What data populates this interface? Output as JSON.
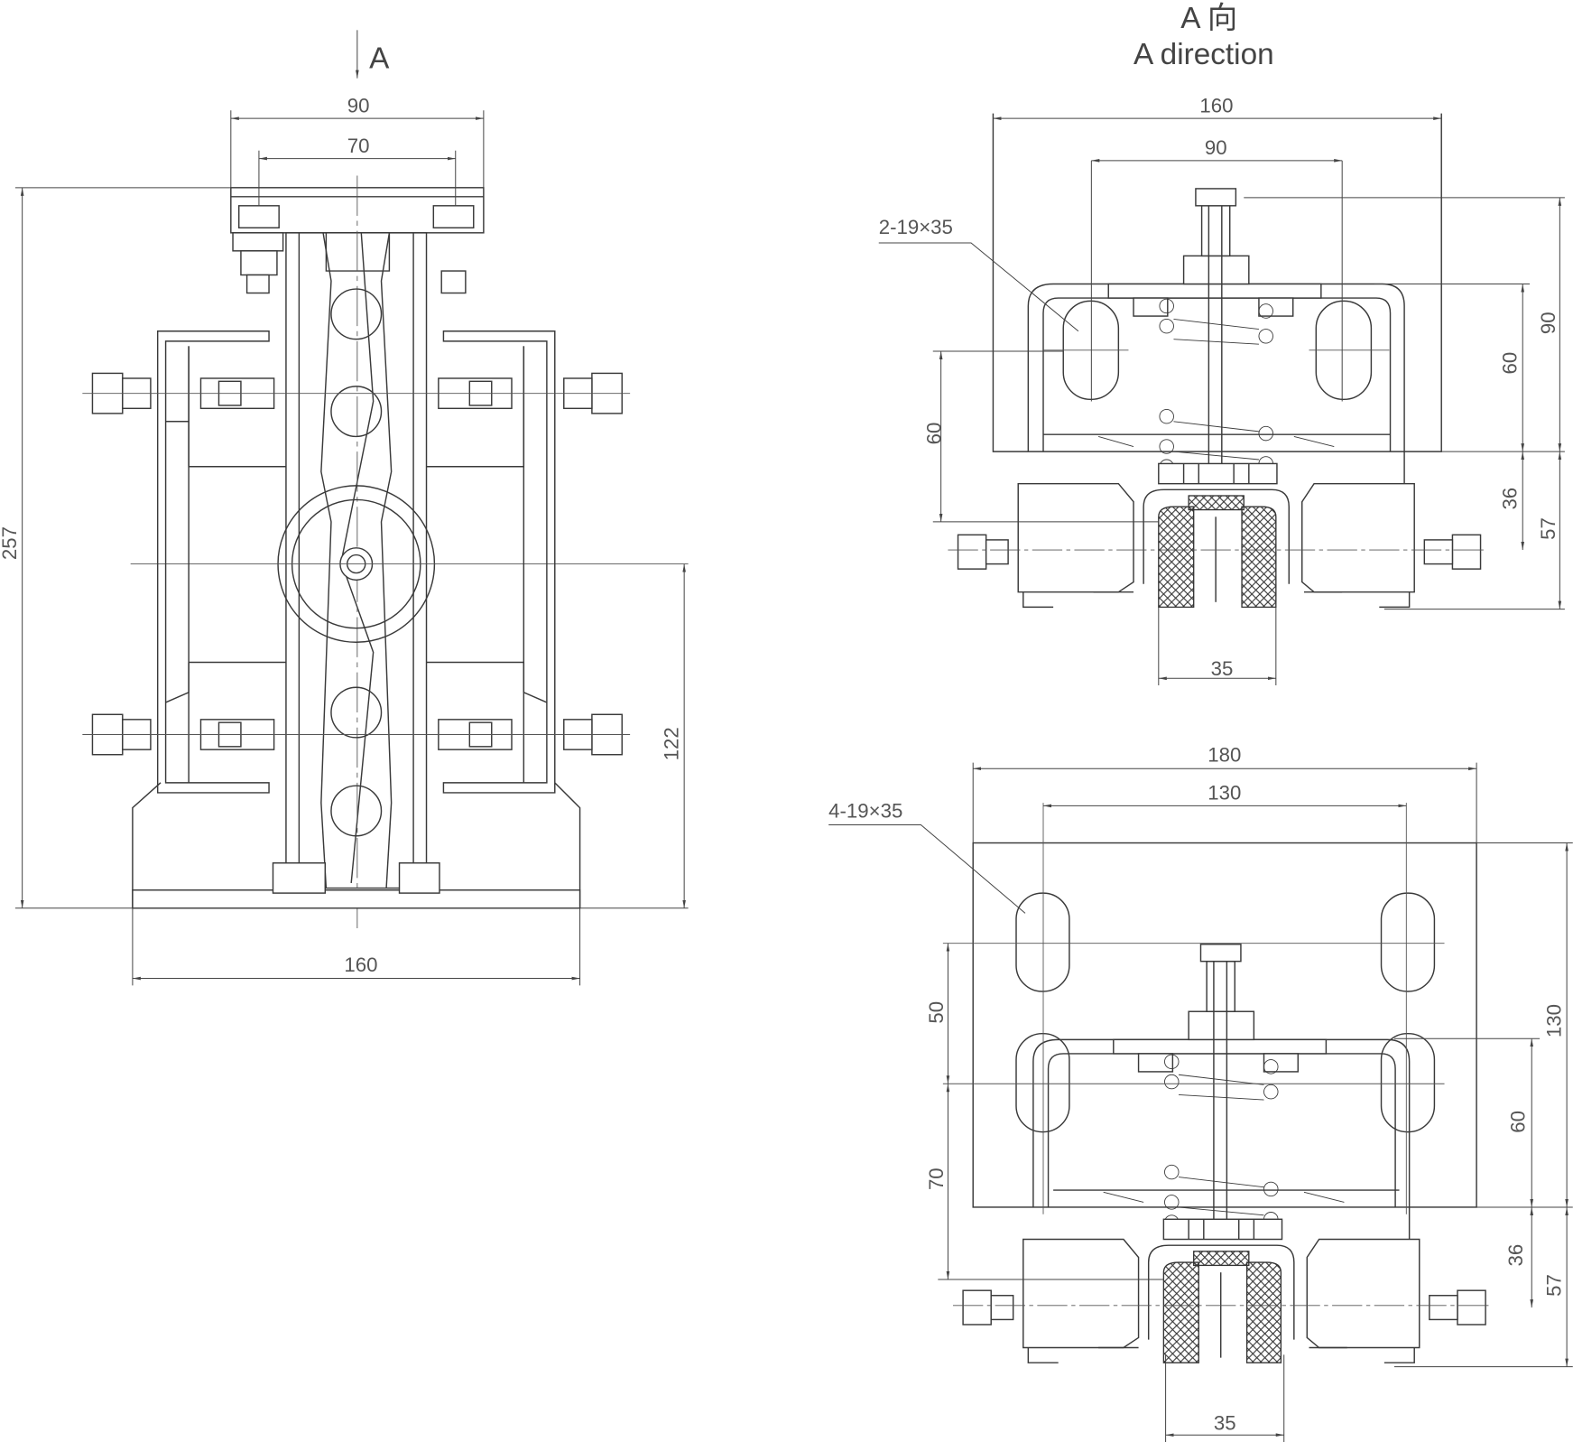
{
  "side_view": {
    "view_arrow_label": "A",
    "dims": {
      "width_top": "90",
      "bolt_spacing": "70",
      "height": "257",
      "center_height": "122",
      "base_width": "160"
    }
  },
  "a_direction_view": {
    "title_cn": "A 向",
    "title_en": "A direction",
    "dims": {
      "plate_width": "160",
      "slot_spacing": "90",
      "slot_spec": "2-19×35",
      "slot_to_bottom": "60",
      "height_right": "90",
      "bracket_height": "60",
      "block_36": "36",
      "block_57": "57",
      "pad_width": "35"
    }
  },
  "four_hole_view": {
    "dims": {
      "plate_width": "180",
      "slot_spacing": "130",
      "slot_spec": "4-19×35",
      "slot_vert_50": "50",
      "slot_vert_70": "70",
      "plate_height": "130",
      "bracket_height": "60",
      "block_36": "36",
      "block_57": "57",
      "pad_width": "35"
    }
  }
}
